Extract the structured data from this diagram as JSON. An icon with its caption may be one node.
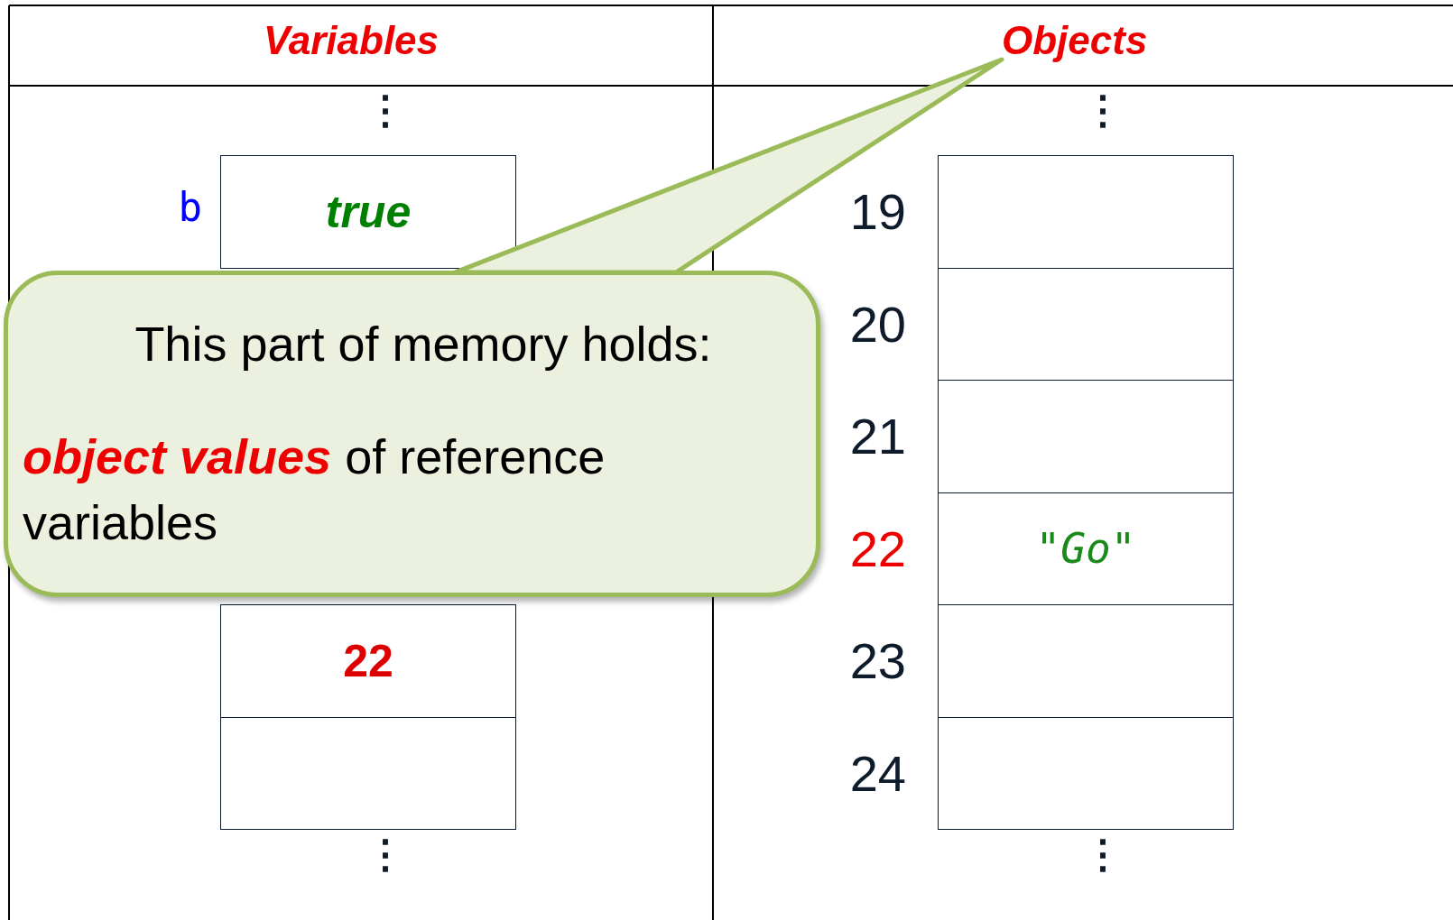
{
  "diagram": {
    "nodes": [
      {
        "text": [
          "Variables"
        ]
      },
      {
        "text": [
          "Objects"
        ]
      },
      {
        "text": [
          "true"
        ],
        "beside": [
          "b"
        ]
      },
      {
        "text": [
          "22"
        ]
      },
      {
        "text": [],
        "shape": "box"
      },
      {
        "text": [],
        "shape": "box",
        "beside": [
          "19"
        ]
      },
      {
        "text": [],
        "shape": "box",
        "beside": [
          "20"
        ]
      },
      {
        "text": [],
        "shape": "box",
        "beside": [
          "21"
        ]
      },
      {
        "text": [
          "\"Go\""
        ],
        "beside": [
          "22"
        ]
      },
      {
        "text": [],
        "shape": "box",
        "beside": [
          "23"
        ]
      },
      {
        "text": [],
        "shape": "box",
        "beside": [
          "24"
        ]
      },
      {
        "text": [
          "This part of memory holds:",
          "**object values** of reference variables"
        ]
      }
    ],
    "edges": [
      {
        "from": 11,
        "to": 1,
        "arrow": "none"
      }
    ],
    "labels": [
      "⋮",
      "⋮",
      "⋮",
      "⋮"
    ]
  }
}
